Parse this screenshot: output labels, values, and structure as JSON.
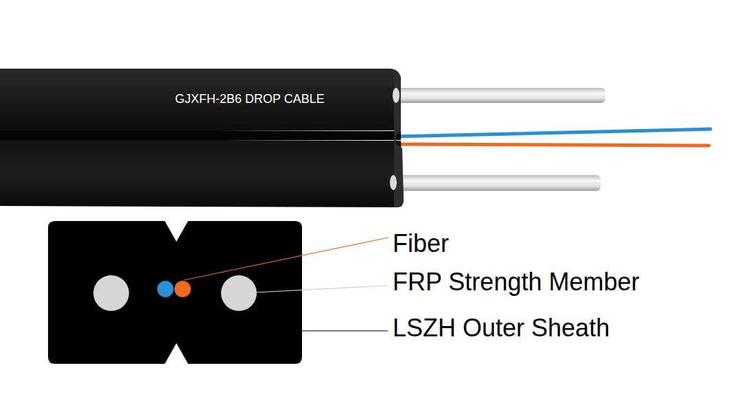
{
  "diagram": {
    "labels": [
      "GJXFH-2B6 DROP CABLE",
      "Fiber",
      "FRP Strength Member",
      "LSZH Outer Sheath"
    ]
  }
}
